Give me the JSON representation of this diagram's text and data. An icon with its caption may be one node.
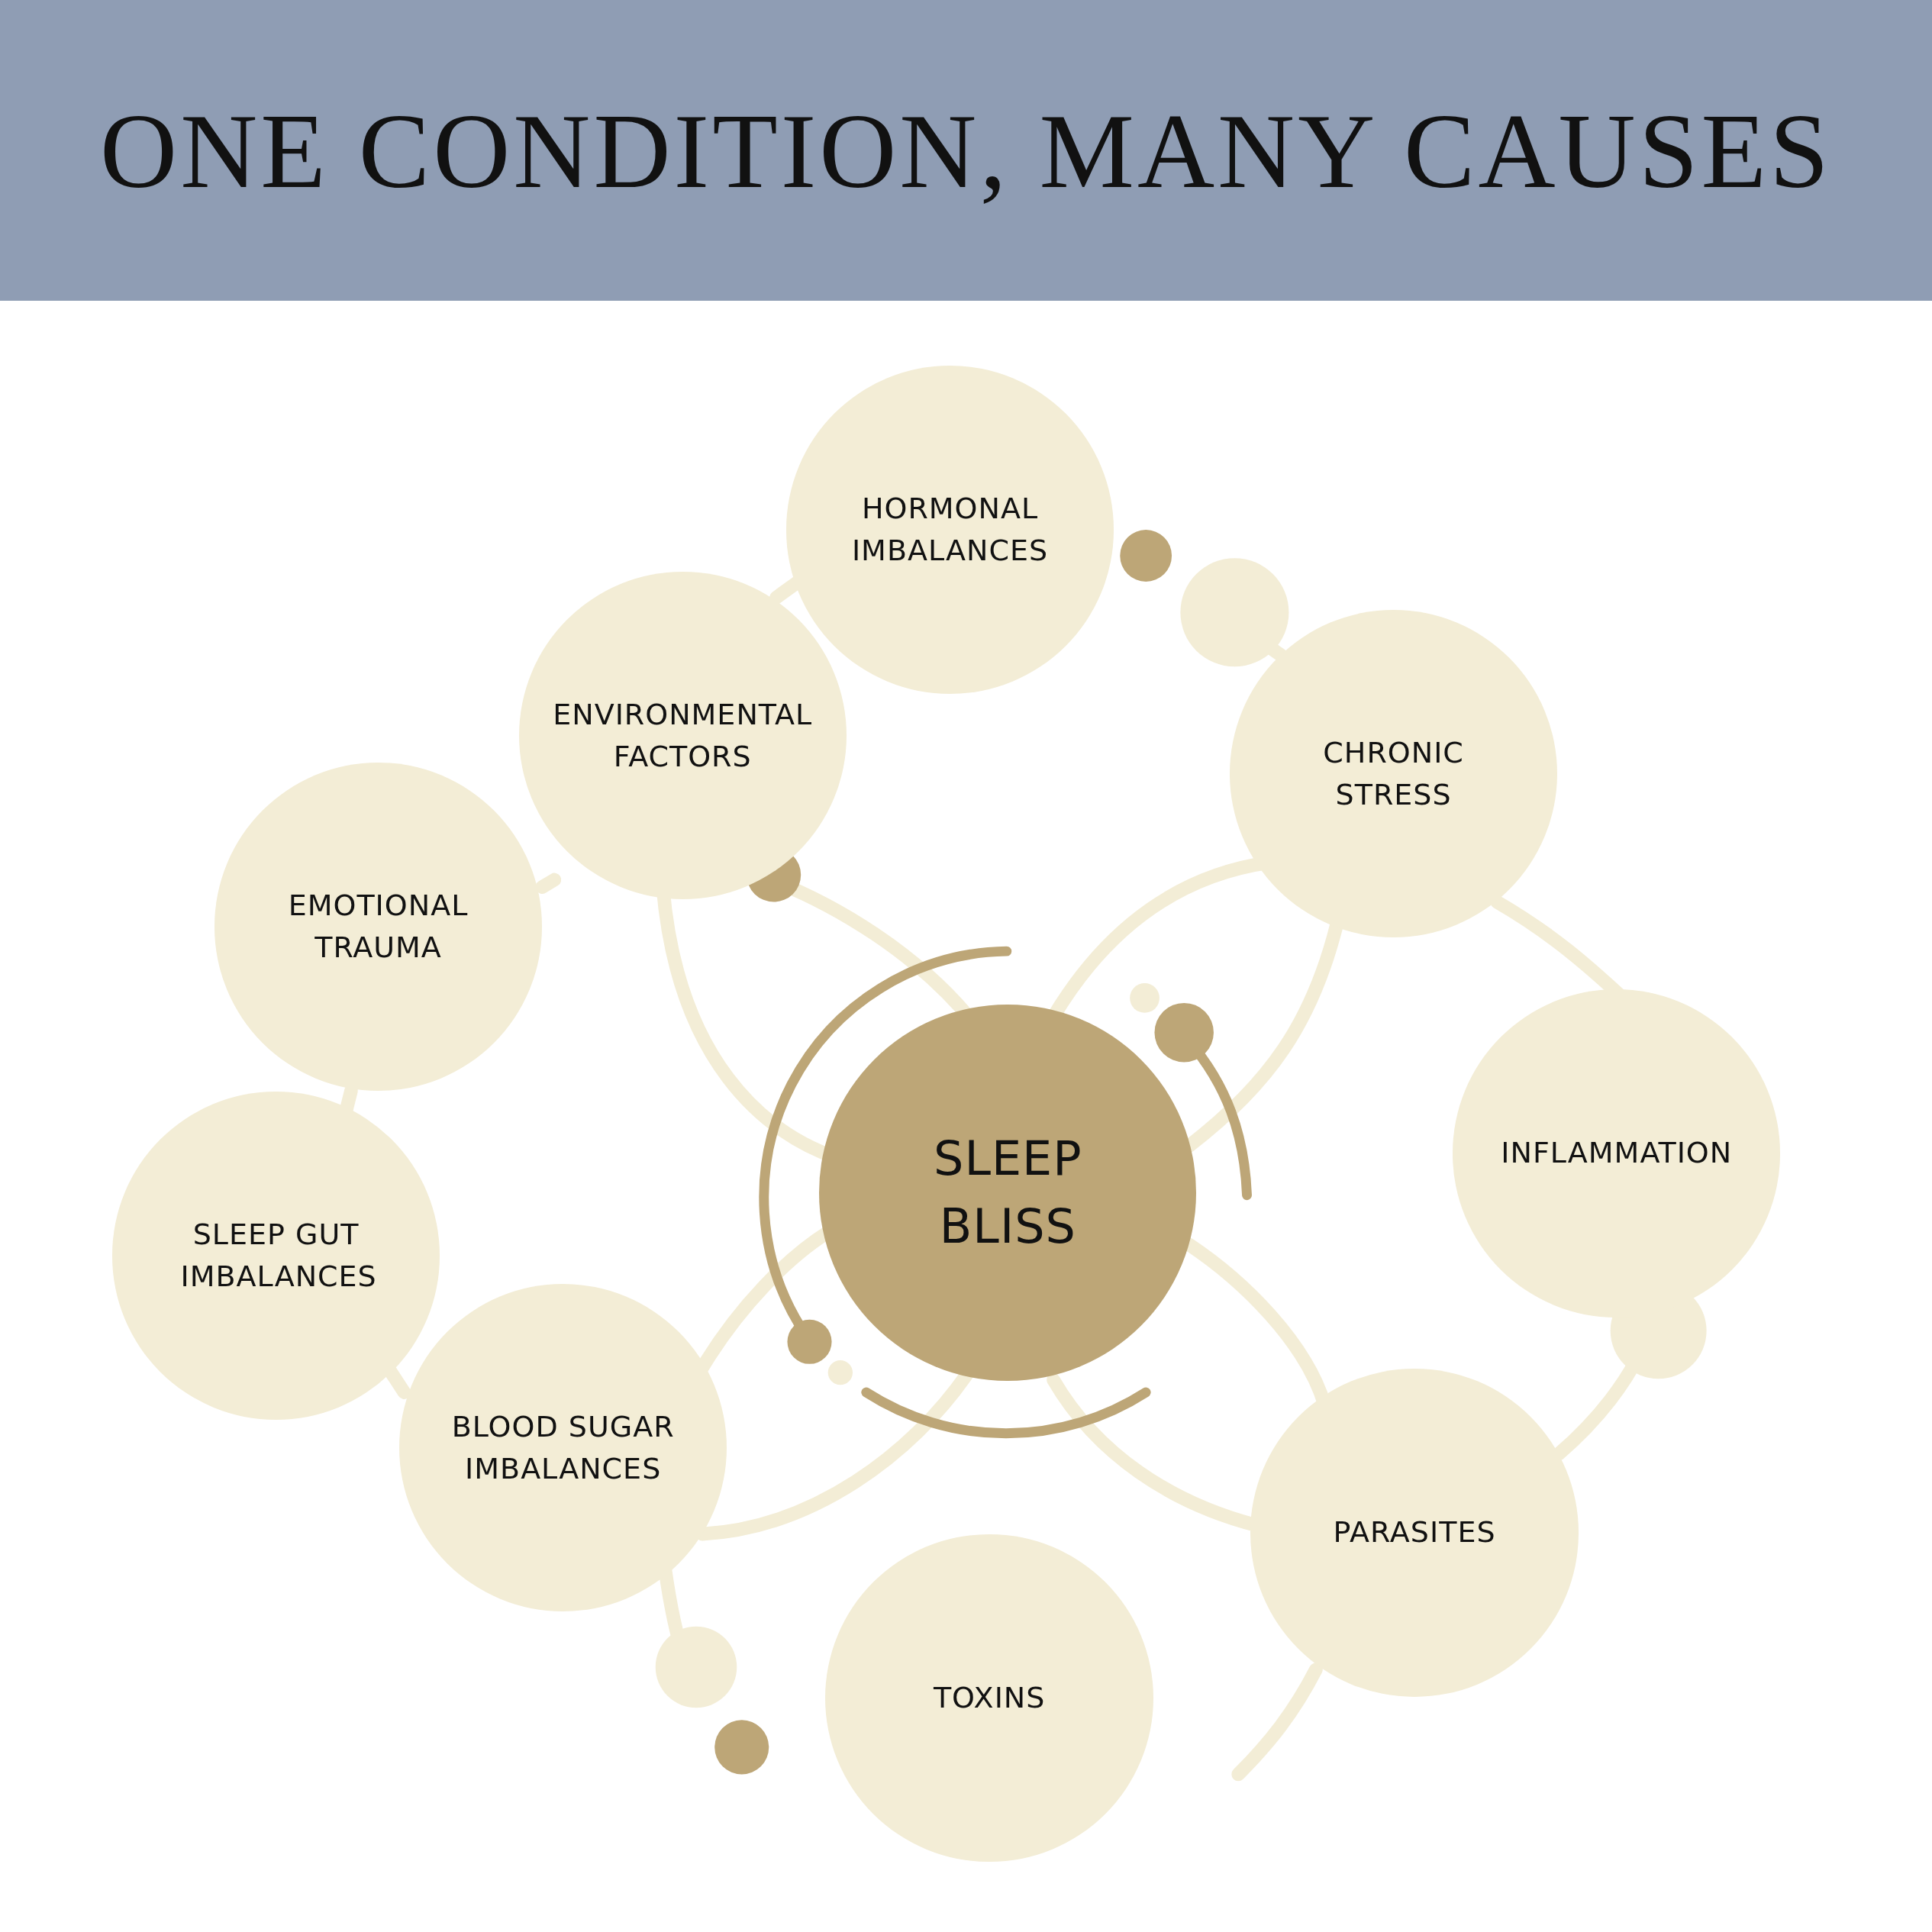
{
  "diagram": {
    "title": "ONE CONDITION, MANY CAUSES",
    "nodes": [
      {
        "text": [
          "HORMONAL IMBALANCES"
        ]
      },
      {
        "text": [
          "ENVIRONMENTAL FACTORS"
        ]
      },
      {
        "text": [
          "EMOTIONAL TRAUMA"
        ]
      },
      {
        "text": [
          "SLEEP GUT IMBALANCES"
        ]
      },
      {
        "text": [
          "BLOOD SUGAR IMBALANCES"
        ]
      },
      {
        "text": [
          "SLEEP BLISS"
        ]
      },
      {
        "text": [
          "TOXINS"
        ]
      },
      {
        "text": [
          "PARASITES"
        ]
      },
      {
        "text": [
          "INFLAMMATION"
        ]
      },
      {
        "text": [
          "CHRONIC STRESS"
        ]
      }
    ]
  }
}
